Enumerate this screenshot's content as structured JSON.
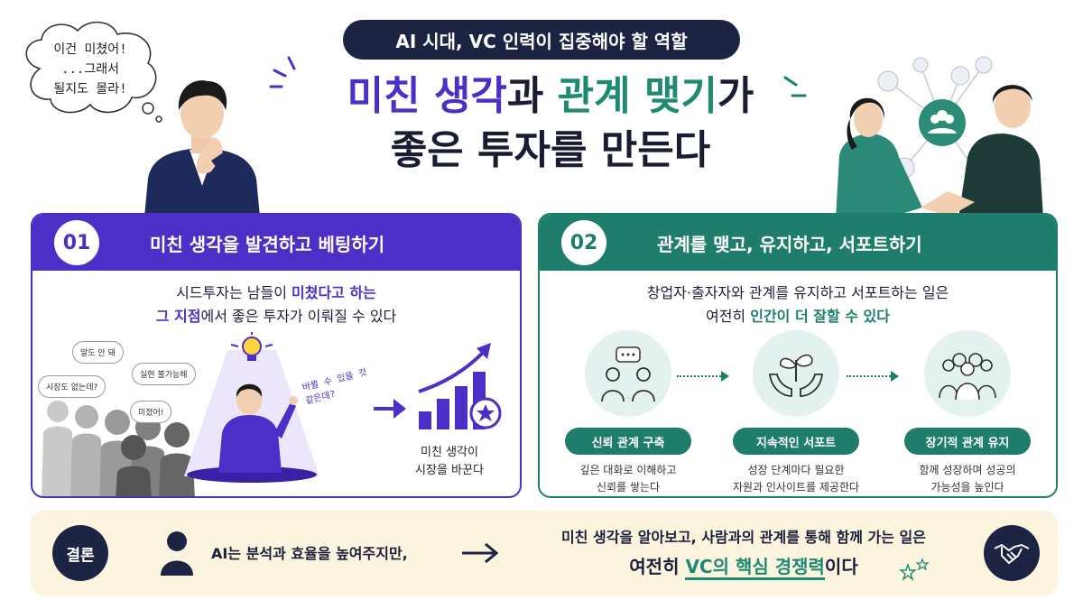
{
  "header": {
    "pill": "AI 시대, VC 인력이 집중해야 할 역할",
    "title_line1_a": "미친 생각",
    "title_line1_b": "과 ",
    "title_line1_c": "관계 맺기",
    "title_line1_d": "가",
    "title_line2": "좋은 투자를 만든다"
  },
  "thought_bubble": {
    "line1": "이건 미쳤어!",
    "line2": "...그래서",
    "line3": "될지도 몰라!"
  },
  "panel1": {
    "number": "01",
    "title": "미친 생각을 발견하고 베팅하기",
    "desc1_a": "시드투자는 남들이 ",
    "desc1_b": "미쳤다고 하는",
    "desc2_a": "그 지점",
    "desc2_b": "에서 좋은 투자가 이뤄질 수 있다",
    "bubbles": [
      "말도 안 돼",
      "실현 불가능해",
      "시장도 없는데?",
      "미쳤어!"
    ],
    "handwriting1": "바뀔 수 있을 것",
    "handwriting2": "같은데?",
    "result_line1": "미친 생각이",
    "result_line2": "시장을 바꾼다"
  },
  "panel2": {
    "number": "02",
    "title": "관계를 맺고, 유지하고, 서포트하기",
    "desc1": "창업자·출자자와 관계를 유지하고 서포트하는 일은",
    "desc2_a": "여전히 ",
    "desc2_b": "인간이 더 잘할 수 있다",
    "steps": [
      {
        "label": "신뢰 관계 구축",
        "line1": "깊은 대화로 이해하고",
        "line2": "신뢰를 쌓는다"
      },
      {
        "label": "지속적인 서포트",
        "line1": "성장 단계마다 필요한",
        "line2": "자원과 인사이트를 제공한다"
      },
      {
        "label": "장기적 관계 유지",
        "line1": "함께 성장하며 성공의",
        "line2": "가능성을 높인다"
      }
    ]
  },
  "conclusion": {
    "badge": "결론",
    "left": "AI는 분석과 효율을 높여주지만,",
    "right1": "미친 생각을 알아보고, 사람과의 관계를 통해 함께 가는 일은",
    "right2_a": "여전히 ",
    "right2_b": "VC의 핵심 경쟁력",
    "right2_c": "이다"
  },
  "colors": {
    "purple": "#4b2fc7",
    "teal": "#1f7e6b",
    "navy": "#1c2343",
    "cream": "#fbf4df"
  }
}
